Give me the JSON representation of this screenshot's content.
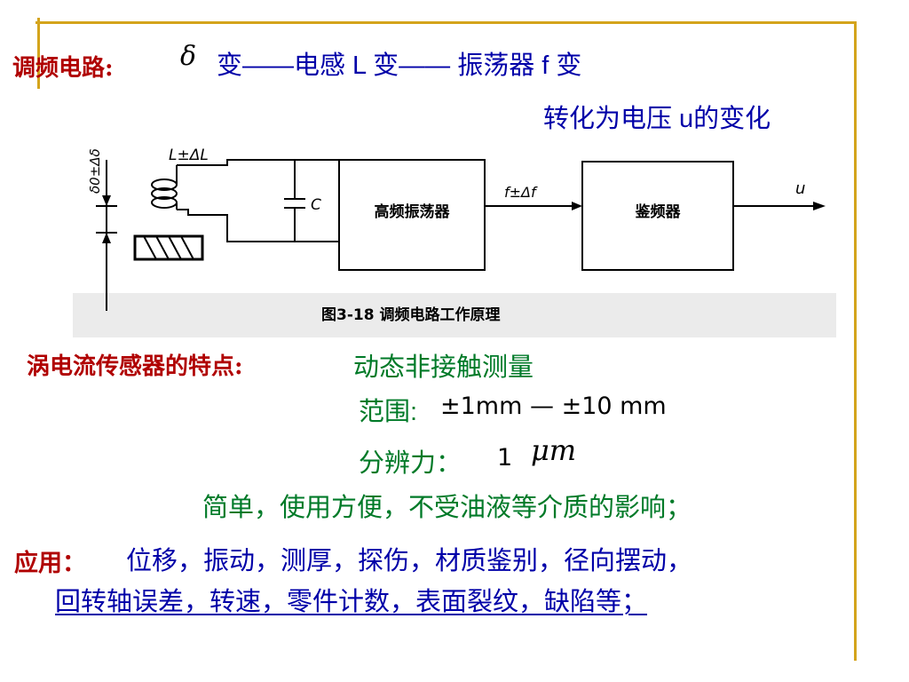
{
  "header": {
    "label": "调频电路:",
    "delta": "δ",
    "chain": "变——电感 L 变—— 振荡器 f 变",
    "chain2": "转化为电压 u的变化"
  },
  "diagram": {
    "inductor_label": "L±ΔL",
    "capacitor_label": "C",
    "oscillator": "高频振荡器",
    "freq_label": "f±Δf",
    "detector": "鉴频器",
    "output_label": "u",
    "gap_label": "δ0±Δδ",
    "caption": "图3-18  调频电路工作原理"
  },
  "features": {
    "label": "涡电流传感器的特点:",
    "item1": "动态非接触测量",
    "range_label": "范围:",
    "range_value": "±1mm — ±10 mm",
    "resolution_label": "分辨力：",
    "resolution_value": "1",
    "resolution_unit": "μm",
    "simple": "简单，使用方便，不受油液等介质的影响；"
  },
  "application": {
    "label": "应用：",
    "line1": "位移，振动，测厚，探伤，材质鉴别，径向摆动，",
    "line2": "回转轴误差，转速，零件计数，表面裂纹，缺陷等；"
  },
  "colors": {
    "accent_gold": "#d4a41c",
    "label_red": "#b00000",
    "text_blue": "#0000a8",
    "text_green": "#007a28"
  }
}
